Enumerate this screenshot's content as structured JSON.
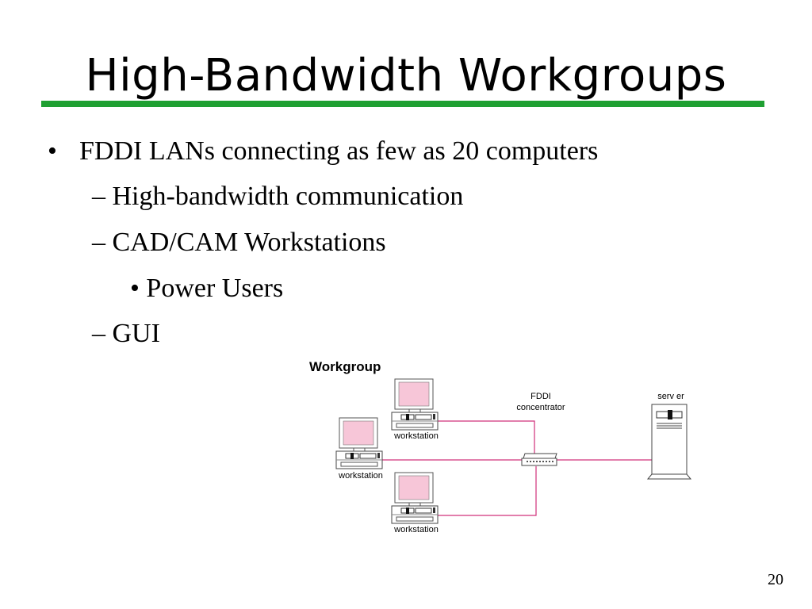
{
  "slide": {
    "title": "High-Bandwidth Workgroups",
    "page_number": "20",
    "accent_color": "#1fa032"
  },
  "bullets": {
    "level1": {
      "marker": "•",
      "text": "FDDI LANs connecting as few as 20 computers"
    },
    "sub1": "– High-bandwidth communication",
    "sub2": "– CAD/CAM Workstations",
    "subsub1": "• Power Users",
    "sub3": "– GUI"
  },
  "diagram": {
    "title": "Workgroup",
    "concentrator_label_line1": "FDDI",
    "concentrator_label_line2": "concentrator",
    "server_label": "serv er",
    "workstation_top_label": "workstation",
    "workstation_left_label": "workstation",
    "workstation_bottom_label": "workstation",
    "link_color": "#d0307a",
    "screen_color": "#f7c6d8"
  }
}
